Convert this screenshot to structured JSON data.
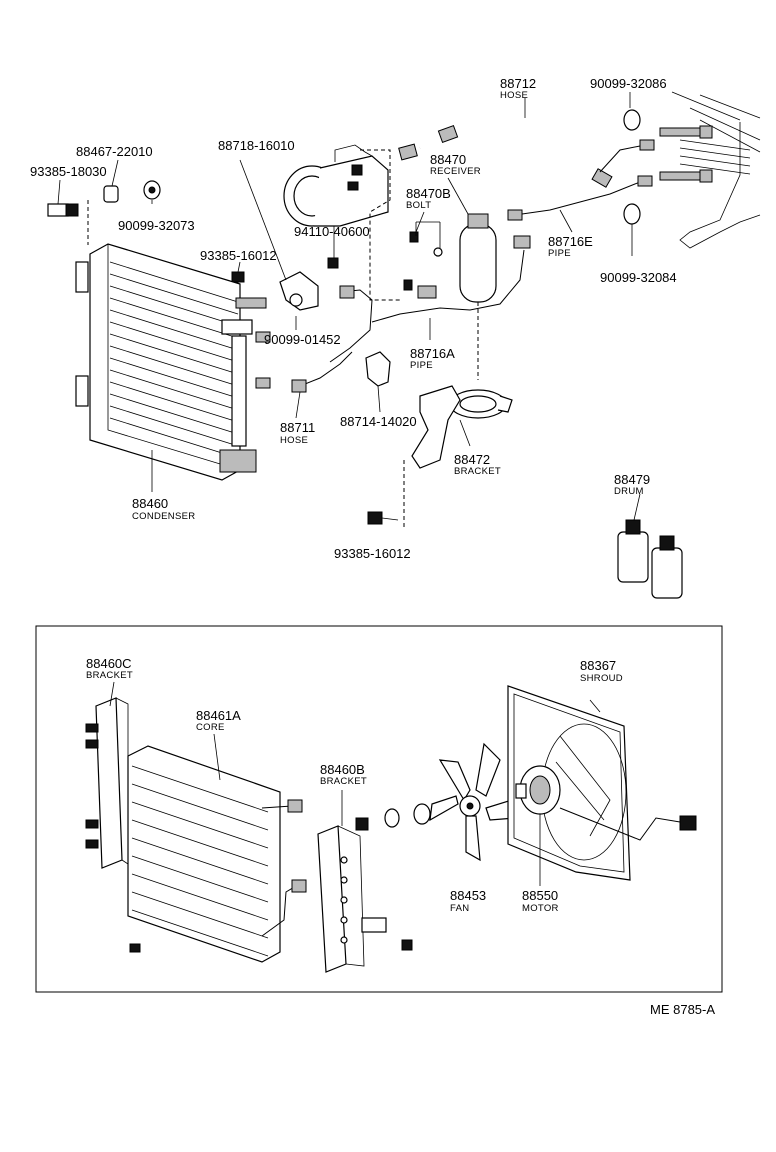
{
  "labels": {
    "p88712": {
      "number": "88712",
      "name": "HOSE"
    },
    "p90099_32086": {
      "number": "90099-32086"
    },
    "p88467": {
      "number": "88467-22010"
    },
    "p93385_18030": {
      "number": "93385-18030"
    },
    "p88718": {
      "number": "88718-16010"
    },
    "p88470": {
      "number": "88470",
      "name": "RECEIVER"
    },
    "p88470b": {
      "number": "88470B",
      "name": "BOLT"
    },
    "p90099_32073": {
      "number": "90099-32073"
    },
    "p94110": {
      "number": "94110-40600"
    },
    "p88716e": {
      "number": "88716E",
      "name": "PIPE"
    },
    "p93385_16012a": {
      "number": "93385-16012"
    },
    "p90099_32084": {
      "number": "90099-32084"
    },
    "p90099_01452": {
      "number": "90099-01452"
    },
    "p88716a": {
      "number": "88716A",
      "name": "PIPE"
    },
    "p88711": {
      "number": "88711",
      "name": "HOSE"
    },
    "p88714": {
      "number": "88714-14020"
    },
    "p88472": {
      "number": "88472",
      "name": "BRACKET"
    },
    "p88460": {
      "number": "88460",
      "name": "CONDENSER"
    },
    "p88479": {
      "number": "88479",
      "name": "DRUM"
    },
    "p93385_16012b": {
      "number": "93385-16012"
    },
    "p88460c": {
      "number": "88460C",
      "name": "BRACKET"
    },
    "p88461a": {
      "number": "88461A",
      "name": "CORE"
    },
    "p88460b": {
      "number": "88460B",
      "name": "BRACKET"
    },
    "p88367": {
      "number": "88367",
      "name": "SHROUD"
    },
    "p88453": {
      "number": "88453",
      "name": "FAN"
    },
    "p88550": {
      "number": "88550",
      "name": "MOTOR"
    }
  },
  "diagram_id": "ME 8785-A"
}
